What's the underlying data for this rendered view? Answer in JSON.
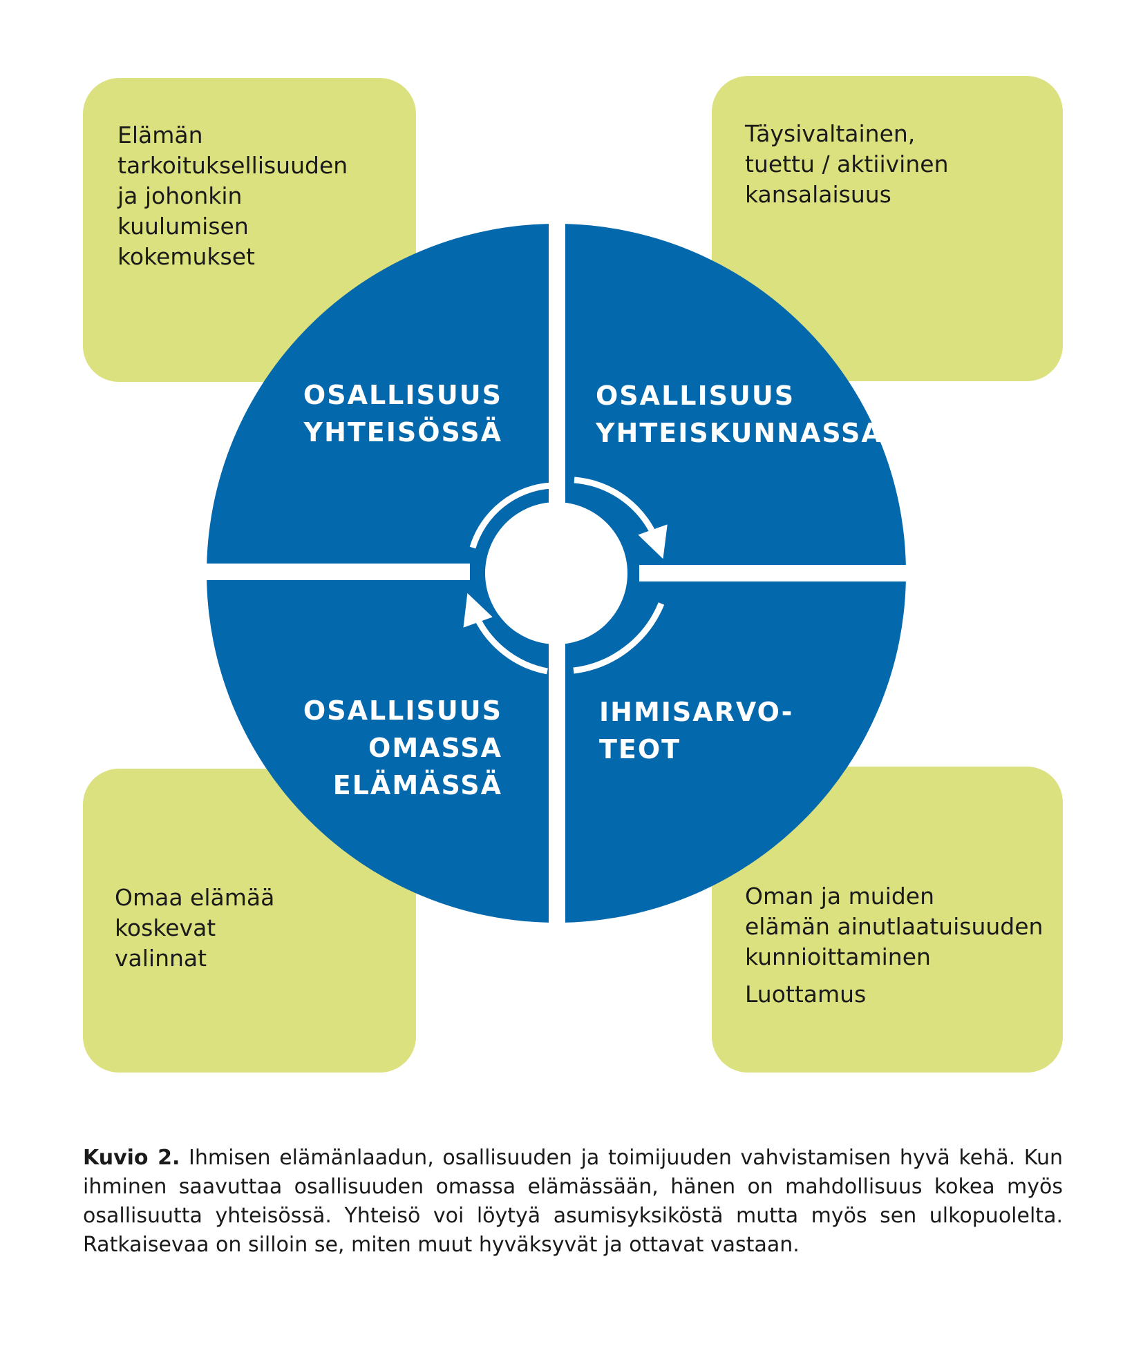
{
  "boxes": {
    "top_left": [
      "Elämän",
      "tarkoituksellisuuden",
      "ja johonkin",
      "kuulumisen",
      "kokemukset"
    ],
    "top_right": [
      "Täysivaltainen,",
      "tuettu / aktiivinen",
      "kansalaisuus"
    ],
    "bottom_left": [
      "Omaa elämää",
      "koskevat",
      "valinnat"
    ],
    "bottom_right": [
      "Oman ja muiden",
      "elämän ainutlaatuisuuden",
      "kunnioittaminen"
    ],
    "bottom_right_extra": "Luottamus"
  },
  "quadrants": {
    "top_left": [
      "OSALLISUUS",
      "YHTEISÖSSÄ"
    ],
    "top_right": [
      "OSALLISUUS",
      "YHTEISKUNNASSA"
    ],
    "bottom_left": [
      "OSALLISUUS",
      "OMASSA",
      "ELÄMÄSSÄ"
    ],
    "bottom_right": [
      "IHMISARVO-",
      "TEOT"
    ]
  },
  "colors": {
    "box_fill": "#dce17f",
    "wheel_fill": "#0468ad",
    "text_on_wheel": "#ffffff"
  },
  "caption": {
    "label": "Kuvio 2.",
    "text": " Ihmisen elämänlaadun, osallisuuden ja toimijuuden vahvistamisen hyvä kehä. Kun ihminen saavuttaa osallisuuden omassa elämässään, hänen on mahdollisuus kokea myös osallisuutta yhteisössä. Yhteisö voi löytyä asumisyksiköstä mutta myös sen ulkopuolelta. Ratkaisevaa on silloin se, miten muut hyväksyvät ja ottavat vastaan."
  }
}
